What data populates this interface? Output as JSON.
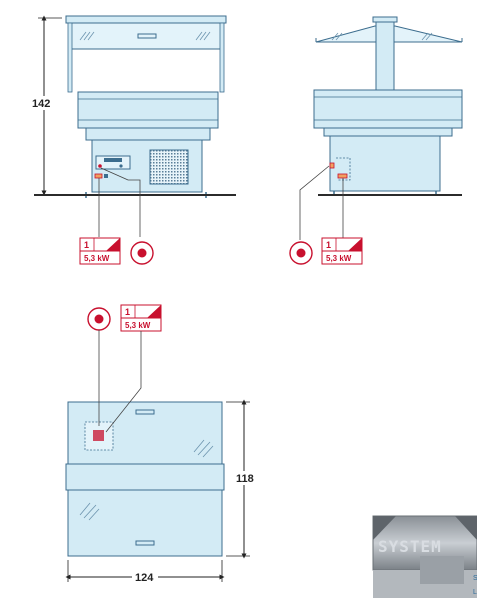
{
  "dimensions": {
    "front_height": "142",
    "top_depth": "118",
    "top_width": "124"
  },
  "connections": {
    "power_phase": "1",
    "power_rating": "5,3 kW"
  },
  "logo": {
    "text": "SYSTEM",
    "fragment_1": "S",
    "fragment_2": "L"
  },
  "colors": {
    "cabinet_fill": "#d3ebf5",
    "cabinet_stroke": "#3c6d8e",
    "glass_fill": "#e3f3fa",
    "badge_red": "#c8102e",
    "ground": "#2b2b2b"
  }
}
